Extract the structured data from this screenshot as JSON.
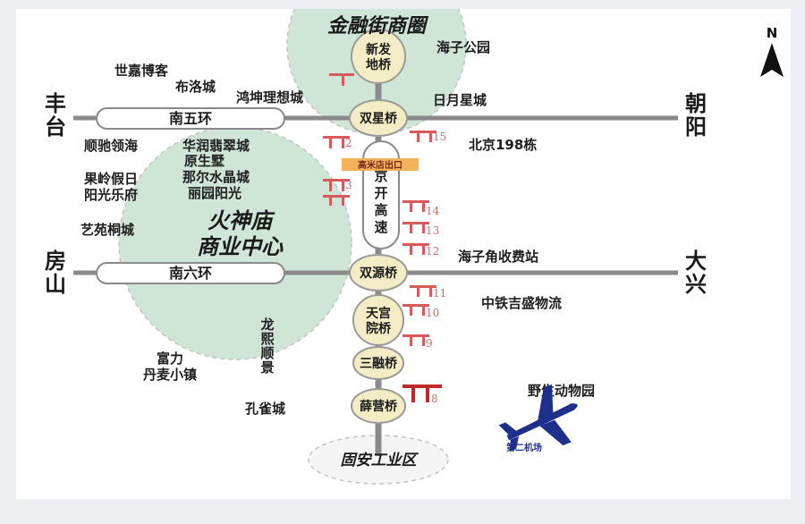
{
  "compass": {
    "label": "N"
  },
  "zones": {
    "jinrongjie": "金融街商圈",
    "huoshenmiao_1": "火神庙",
    "huoshenmiao_2": "商业中心",
    "guan": "固安工业区"
  },
  "ring_roads": {
    "south5": "南五环",
    "south6": "南六环"
  },
  "expressway": [
    "京",
    "开",
    "高",
    "速"
  ],
  "exit_label": "高米店出口",
  "nodes": {
    "xinfa": [
      "新发",
      "地桥"
    ],
    "shuangxing": "双星桥",
    "shuangyuan": "双源桥",
    "tiangong": [
      "天宫",
      "院桥"
    ],
    "sanrong": "三融桥",
    "xueying": "薛营桥"
  },
  "districts": {
    "fengtai": [
      "丰",
      "台"
    ],
    "chaoyang": [
      "朝",
      "阳"
    ],
    "fangshan": [
      "房",
      "山"
    ],
    "daxing": [
      "大",
      "兴"
    ]
  },
  "places": {
    "haizi_park": "海子公园",
    "shijia": "世嘉博客",
    "buluo": "布洛城",
    "hongkun": "鸿坤理想城",
    "riyue": "日月星城",
    "beijing198": "北京198栋",
    "shunchi": "顺驰领海",
    "huarun": "华润翡翠城",
    "yuansheng": "原生墅",
    "naer": "那尔水晶城",
    "guoling": "果岭假日",
    "liyuan": "丽园阳光",
    "yangguang": "阳光乐府",
    "yiyuan": "艺苑桐城",
    "haizijiao": "海子角收费站",
    "zhongtie": "中铁吉盛物流",
    "longxi": [
      "龙",
      "熙",
      "顺",
      "景"
    ],
    "fuli_1": "富力",
    "fuli_2": "丹麦小镇",
    "kongque": "孔雀城",
    "zoo": "野生动物园",
    "airport": "第二机场"
  },
  "exits": [
    "15",
    "2",
    "3",
    "14",
    "13",
    "12",
    "11",
    "10",
    "9",
    "8"
  ],
  "colors": {
    "road": "#8a8a8a",
    "exit": "#d85a5a",
    "zone": "#cfe6d6",
    "node": "#f3ecc5",
    "airport": "#1f2f8c"
  }
}
